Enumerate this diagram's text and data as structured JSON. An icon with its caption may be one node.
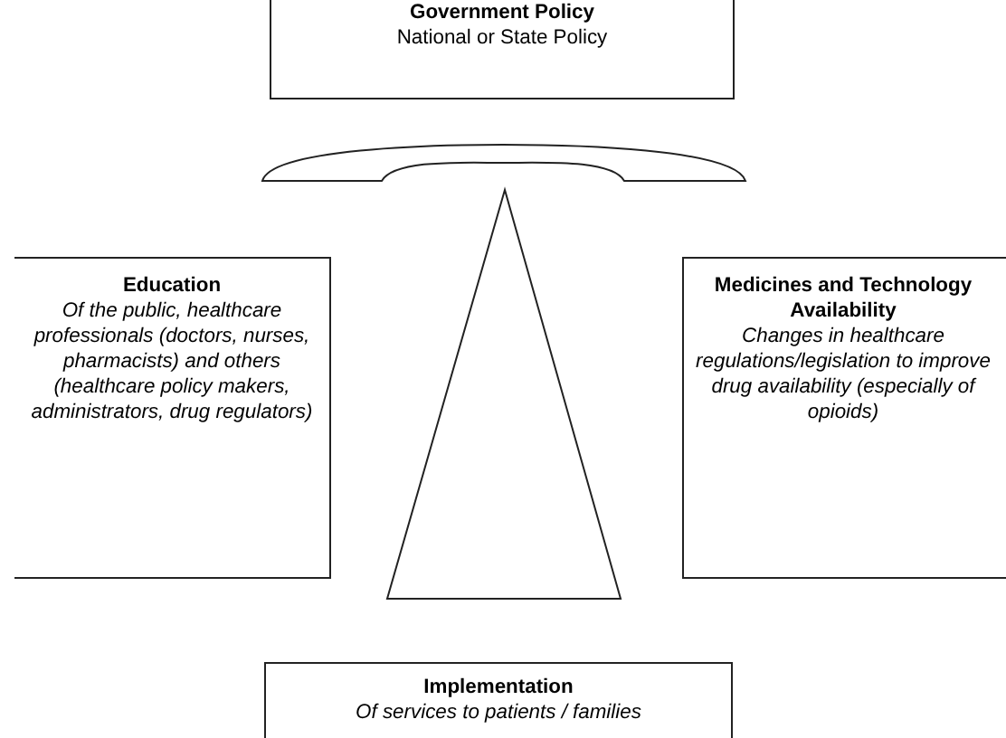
{
  "diagram": {
    "nodes": [
      {
        "text": [
          "Government Policy",
          "National or State Policy"
        ]
      },
      {
        "text": [
          "Education",
          "Of the public, healthcare professionals (doctors, nurses, pharmacists) and others (healthcare policy makers, administrators, drug regulators)"
        ]
      },
      {
        "text": [
          "Medicines and Technology Availability",
          "Changes in healthcare regulations/legislation to improve drug availability (especially of opioids)"
        ]
      },
      {
        "text": [
          "Implementation",
          "Of services to patients / families"
        ]
      }
    ],
    "edges": []
  }
}
